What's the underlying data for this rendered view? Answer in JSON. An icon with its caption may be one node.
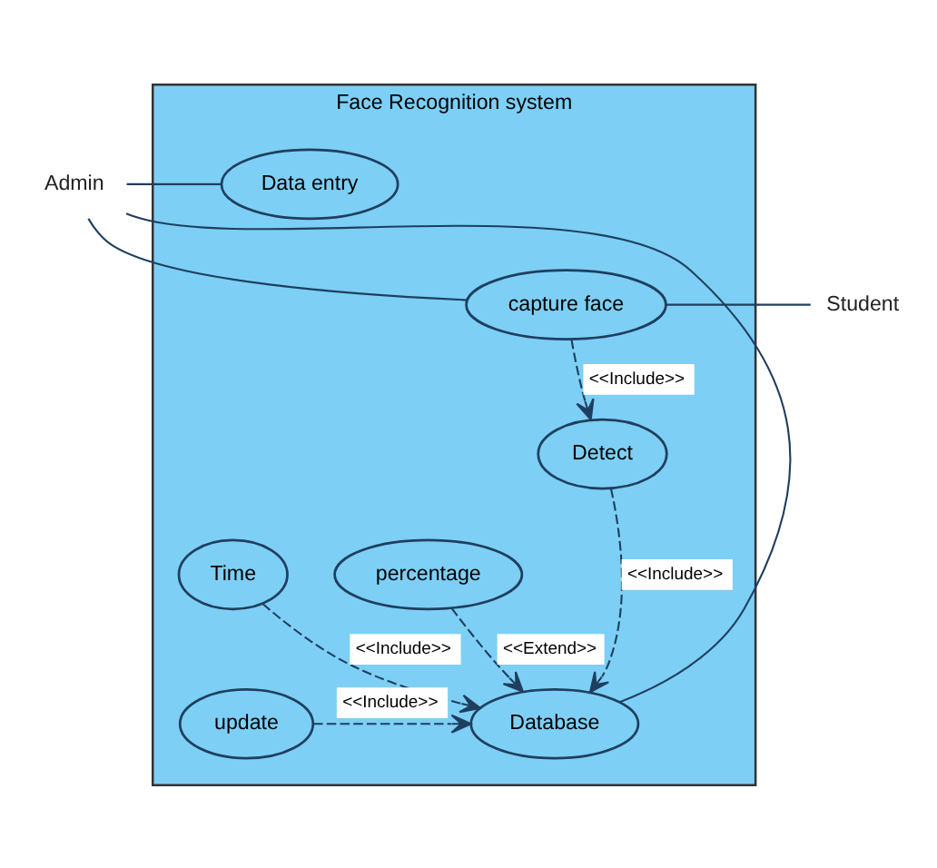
{
  "diagram": {
    "nodes": [
      {
        "text": [
          "Face Recognition system"
        ]
      },
      {
        "text": [
          "Admin"
        ]
      },
      {
        "text": [
          "Data entry"
        ],
        "in": 0
      },
      {
        "text": [
          "capture face"
        ],
        "in": 0
      },
      {
        "text": [
          "Student"
        ]
      },
      {
        "text": [
          "Detect"
        ],
        "in": 0
      },
      {
        "text": [
          "percentage"
        ],
        "in": 0
      },
      {
        "text": [
          "Time"
        ],
        "in": 0
      },
      {
        "text": [
          "Database"
        ],
        "in": 0
      },
      {
        "text": [
          "update"
        ],
        "in": 0
      }
    ],
    "edges": [
      {
        "from": 1,
        "to": 2,
        "arrow": "none"
      },
      {
        "from": 1,
        "to": 3,
        "arrow": "none"
      },
      {
        "from": 1,
        "to": 8,
        "arrow": "none"
      },
      {
        "from": 3,
        "to": 4,
        "arrow": "none"
      },
      {
        "from": 3,
        "to": 5,
        "arrow": "to",
        "label": "<<Include>>",
        "style": "dashed"
      },
      {
        "from": 5,
        "to": 8,
        "arrow": "to",
        "label": "<<Include>>",
        "style": "dashed"
      },
      {
        "from": 7,
        "to": 8,
        "arrow": "to",
        "label": "<<Include>>",
        "style": "dashed"
      },
      {
        "from": 6,
        "to": 8,
        "arrow": "to",
        "label": "<<Extend>>",
        "style": "dashed"
      },
      {
        "from": 9,
        "to": 8,
        "arrow": "to",
        "label": "<<Include>>",
        "style": "dashed"
      }
    ]
  }
}
